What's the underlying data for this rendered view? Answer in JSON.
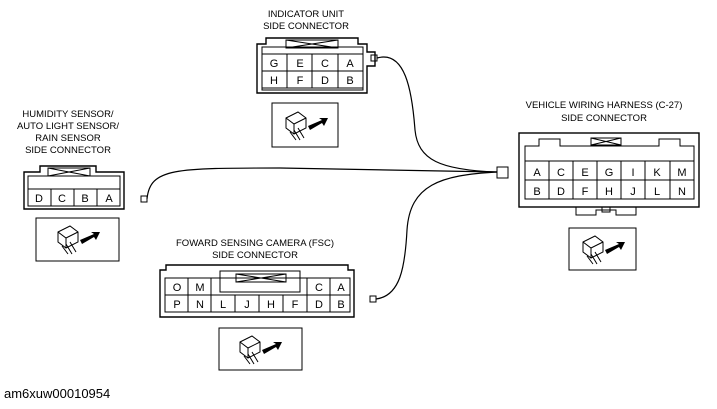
{
  "connectors": {
    "indicator": {
      "title_lines": [
        "INDICATOR UNIT",
        "SIDE CONNECTOR"
      ],
      "rows": [
        [
          "G",
          "E",
          "C",
          "A"
        ],
        [
          "H",
          "F",
          "D",
          "B"
        ]
      ]
    },
    "humidity": {
      "title_lines": [
        "HUMIDITY SENSOR/",
        "AUTO LIGHT SENSOR/",
        "RAIN SENSOR",
        "SIDE CONNECTOR"
      ],
      "rows": [
        [
          "D",
          "C",
          "B",
          "A"
        ]
      ]
    },
    "harness": {
      "title_lines": [
        "VEHICLE WIRING HARNESS (C-27)",
        "SIDE CONNECTOR"
      ],
      "rows": [
        [
          "A",
          "C",
          "E",
          "G",
          "I",
          "K",
          "M"
        ],
        [
          "B",
          "D",
          "F",
          "H",
          "J",
          "L",
          "N"
        ]
      ]
    },
    "fsc": {
      "title_lines": [
        "FOWARD SENSING CAMERA (FSC)",
        "SIDE CONNECTOR"
      ],
      "top_row": [
        "O",
        "M",
        "C",
        "A"
      ],
      "bottom_row": [
        "P",
        "N",
        "L",
        "J",
        "H",
        "F",
        "D",
        "B"
      ]
    }
  },
  "reference_id": "am6xuw00010954",
  "icons": {
    "plug_view": "connector-plug-arrow-icon"
  }
}
